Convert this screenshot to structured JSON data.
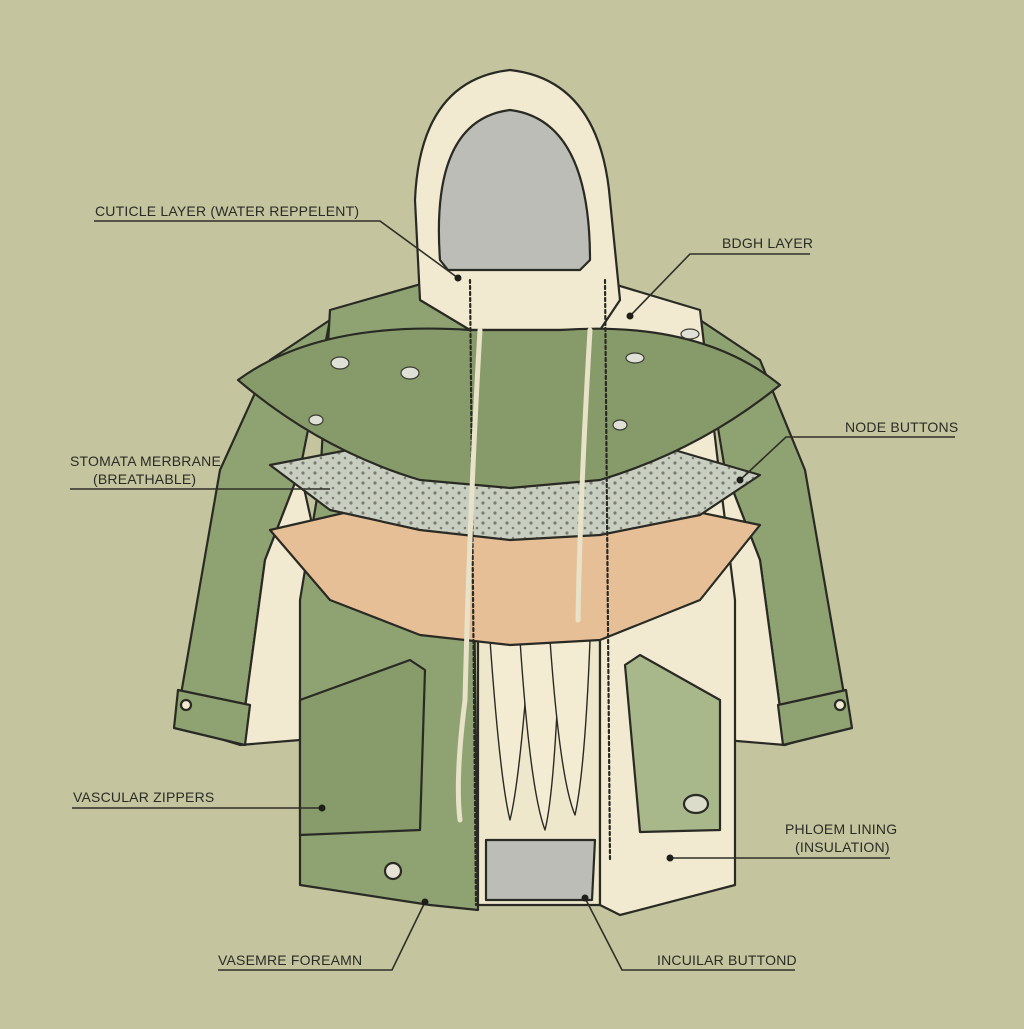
{
  "diagram": {
    "subject": "Leaf-inspired layered jacket (technical illustration)",
    "colors": {
      "background": "#c4c59f",
      "jacket_green": "#8fa272",
      "leaf_green": "#879a69",
      "cream": "#f1ead0",
      "hood_lining": "#bdbdb7",
      "membrane": "#c9cfc0",
      "phloem_orange": "#e7bf97",
      "outline": "#2a2a24"
    },
    "labels": [
      {
        "id": "cuticle",
        "text": "CUTICLE LAYER (WATER REPPELENT)"
      },
      {
        "id": "bdgh",
        "text": "BDGH LAYER"
      },
      {
        "id": "node",
        "text": "NODE BUTTONS"
      },
      {
        "id": "stomata_1",
        "text": "STOMATA MERBRANE"
      },
      {
        "id": "stomata_2",
        "text": "(BREATHABLE)"
      },
      {
        "id": "vascular",
        "text": "VASCULAR ZIPPERS"
      },
      {
        "id": "phloem_1",
        "text": "PHLOEM LINING"
      },
      {
        "id": "phloem_2",
        "text": "(INSULATION)"
      },
      {
        "id": "vasemre",
        "text": "VASEMRE FOREAMN"
      },
      {
        "id": "incuilar",
        "text": "INCUILAR BUTTOND"
      }
    ]
  }
}
